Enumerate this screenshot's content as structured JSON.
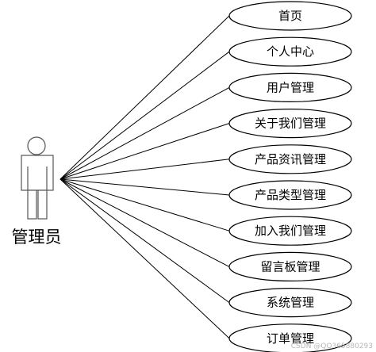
{
  "actor": {
    "label": "管理员"
  },
  "use_cases": [
    {
      "label": "首页"
    },
    {
      "label": "个人中心"
    },
    {
      "label": "用户管理"
    },
    {
      "label": "关于我们管理"
    },
    {
      "label": "产品资讯管理"
    },
    {
      "label": "产品类型管理"
    },
    {
      "label": "加入我们管理"
    },
    {
      "label": "留言板管理"
    },
    {
      "label": "系统管理"
    },
    {
      "label": "订单管理"
    }
  ],
  "watermark": "CSDN @QQ365880293"
}
